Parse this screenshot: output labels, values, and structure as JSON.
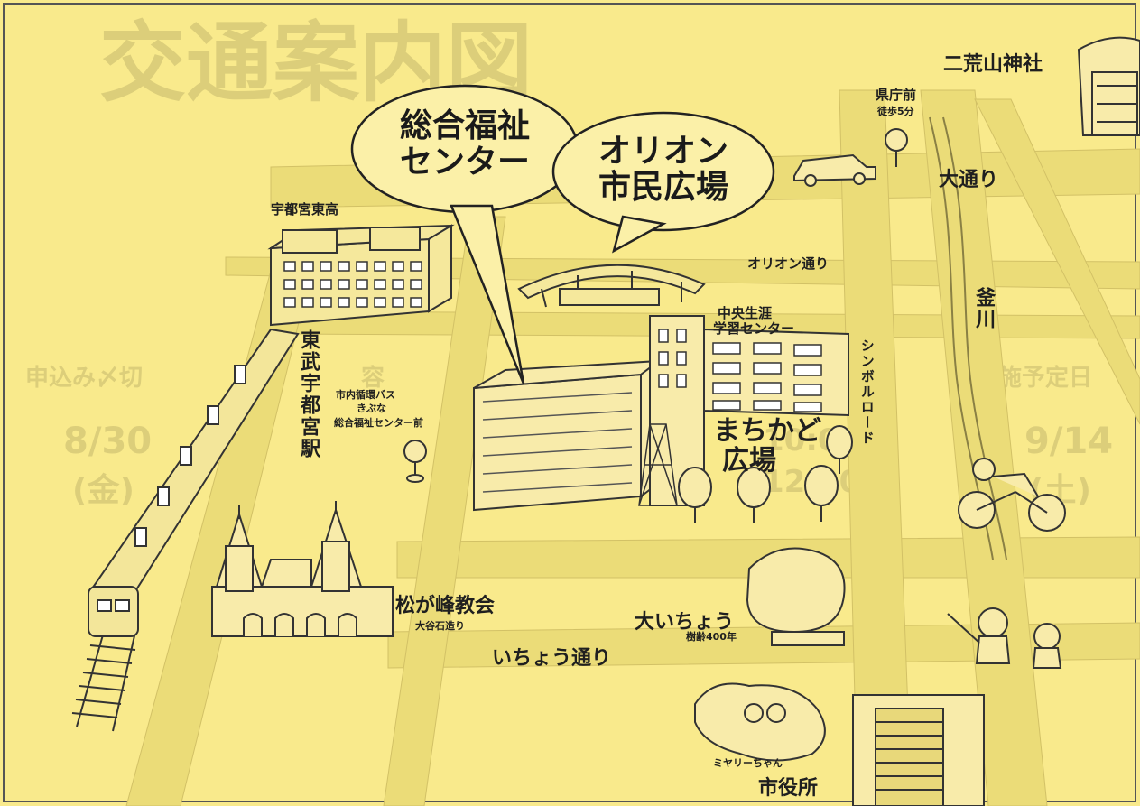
{
  "bubbles": {
    "welfare_center": {
      "line1": "総合福祉",
      "line2": "センター"
    },
    "orion_plaza": {
      "line1": "オリオン",
      "line2": "市民広場"
    }
  },
  "labels": {
    "futaarayama_shrine": "二荒山神社",
    "prefectural_office_stop": "県庁前",
    "walk_time": "徒歩5分",
    "odori": "大通り",
    "orion_dori": "オリオン通り",
    "kama_river": "釜川",
    "utsunomiya_east_hs": "宇都宮東高",
    "chuo_learning_center_1": "中央生涯",
    "chuo_learning_center_2": "学習センター",
    "symbol_road": "シンボルロード",
    "tobu_station": "東武宇都宮駅",
    "city_bus_1": "市内循環バス",
    "city_bus_2": "きぶな",
    "city_bus_3": "総合福祉センター前",
    "machikado_plaza_1": "まちかど",
    "machikado_plaza_2": "広場",
    "matsugamine_church": "松が峰教会",
    "oyaishi_street": "大谷石造り",
    "big_ginkgo": "大いちょう",
    "tree_age": "樹齢400年",
    "icho_dori": "いちょう通り",
    "miyari_chan": "ミヤリーちゃん",
    "city_hall": "市役所"
  },
  "background_text": {
    "header_faint": "交通案内図",
    "col1": "申込み〆切",
    "col2": "容",
    "col3": "実施予定日",
    "date1": "8/30",
    "day1": "(金)",
    "date2": "9/14",
    "day2": "(土)",
    "time1": "10:00",
    "time2": "12:00"
  },
  "colors": {
    "background": "#f9ea8c",
    "road": "#e6d672",
    "ink": "#1f1f1f"
  }
}
